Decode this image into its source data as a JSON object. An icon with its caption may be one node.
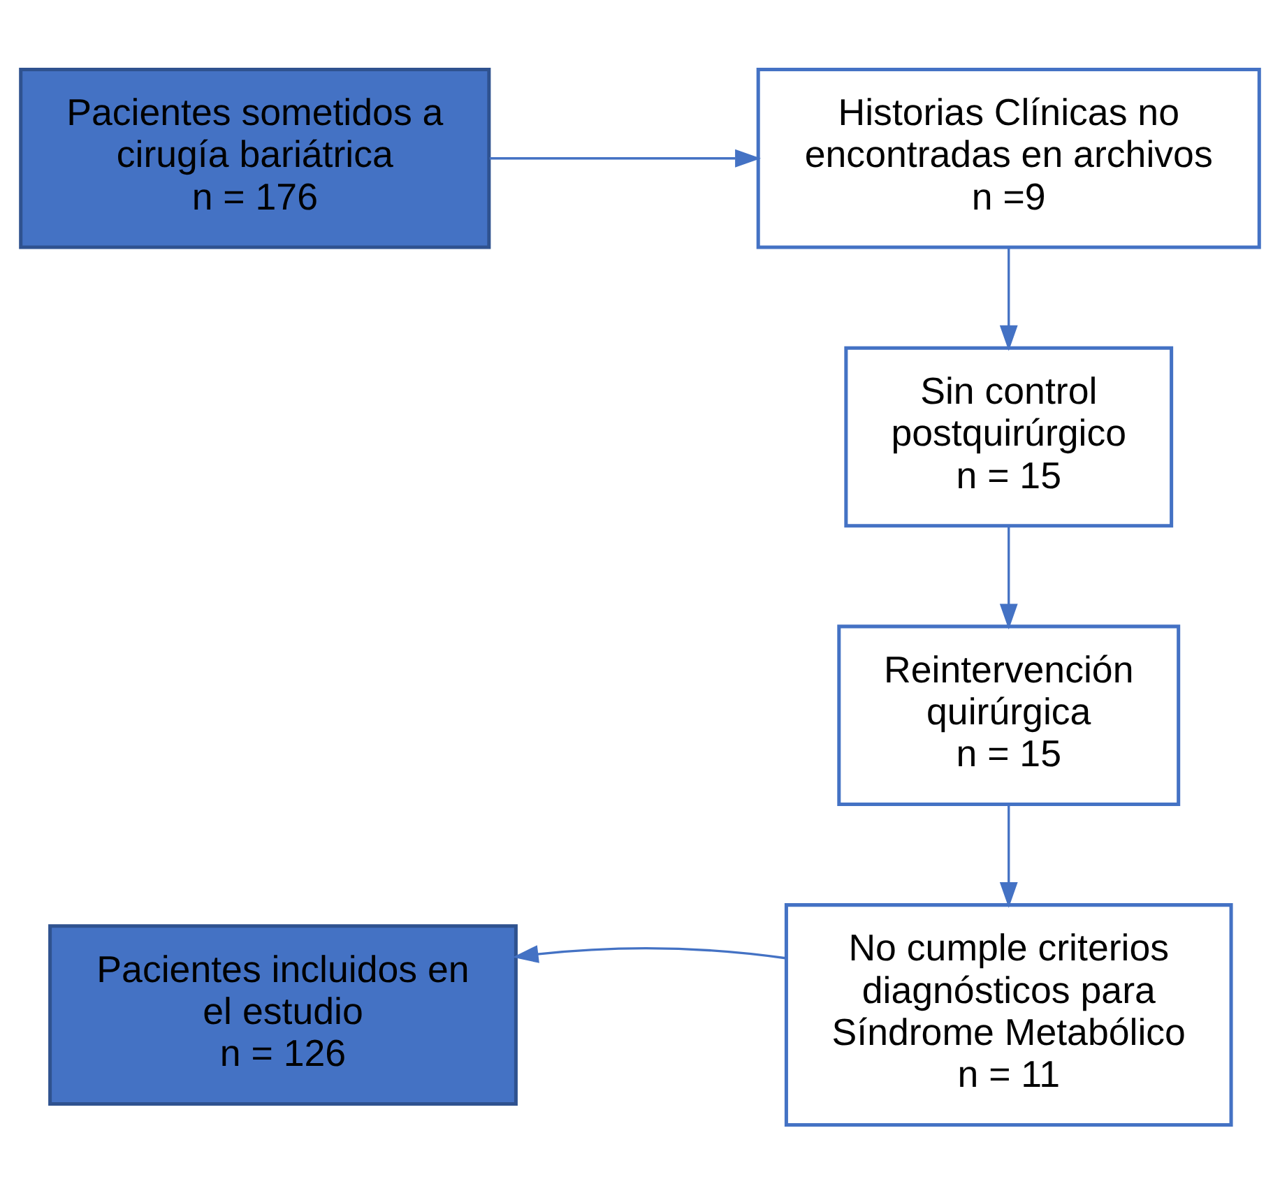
{
  "diagram": {
    "nodes": [
      {
        "text": [
          "Pacientes sometidos a cirugía bariátrica",
          "n = 176"
        ]
      },
      {
        "text": [
          "Historias Clínicas no encontradas en archivos",
          "n =9"
        ]
      },
      {
        "text": [
          "Sin control postquirúrgico",
          "n = 15"
        ]
      },
      {
        "text": [
          "Reintervención quirúrgica",
          "n = 15"
        ]
      },
      {
        "text": [
          "No cumple criterios diagnósticos para Síndrome Metabólico",
          "n = 11"
        ]
      },
      {
        "text": [
          "Pacientes incluidos en el estudio",
          "n = 126"
        ]
      }
    ],
    "edges": [
      {
        "from": 0,
        "to": 1,
        "arrow": "to"
      },
      {
        "from": 1,
        "to": 2,
        "arrow": "to"
      },
      {
        "from": 2,
        "to": 3,
        "arrow": "to"
      },
      {
        "from": 3,
        "to": 4,
        "arrow": "to"
      },
      {
        "from": 4,
        "to": 5,
        "arrow": "to"
      }
    ]
  }
}
